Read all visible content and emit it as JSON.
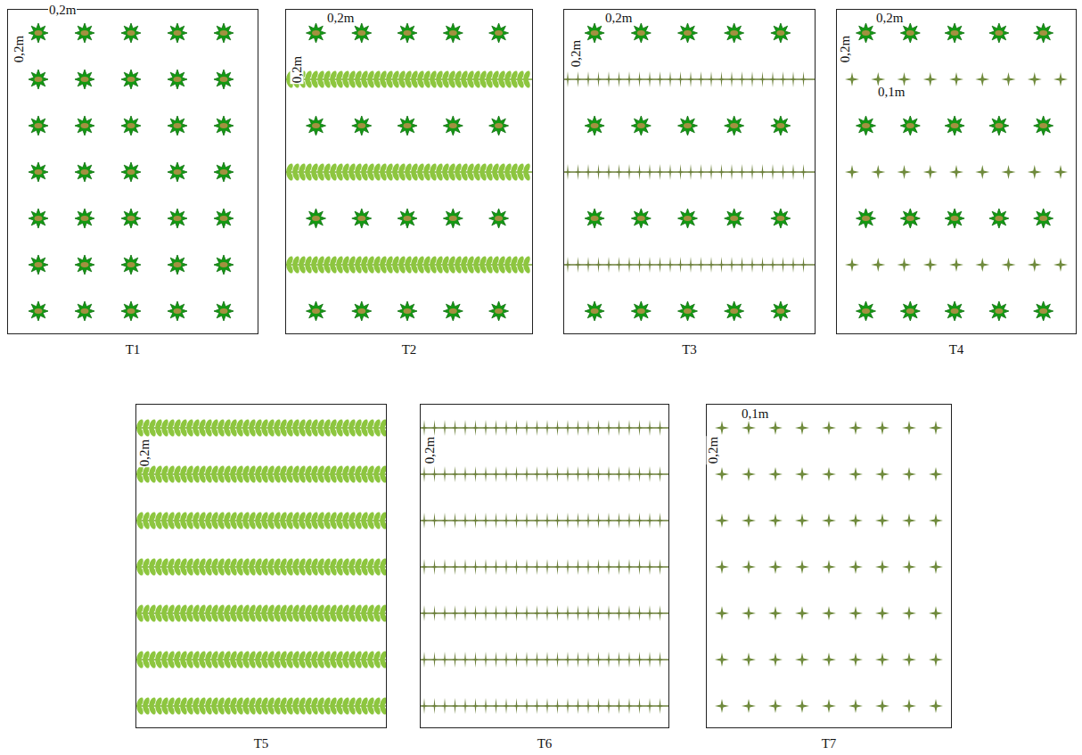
{
  "diagram": {
    "nodes": [
      {
        "text": [
          "T1"
        ]
      },
      {
        "text": [
          "T2"
        ]
      },
      {
        "text": [
          "T3"
        ]
      },
      {
        "text": [
          "T4"
        ]
      },
      {
        "text": [
          "T5"
        ]
      },
      {
        "text": [
          "T6"
        ]
      },
      {
        "text": [
          "T7"
        ]
      }
    ],
    "labels": [
      "0,2m",
      "0,2m",
      "0,2m",
      "0,2m",
      "0,2m",
      "0,2m",
      "0,2m",
      "0,2m",
      "0,1m",
      "0,2m",
      "0,2m",
      "0,1m",
      "0,2m"
    ]
  }
}
